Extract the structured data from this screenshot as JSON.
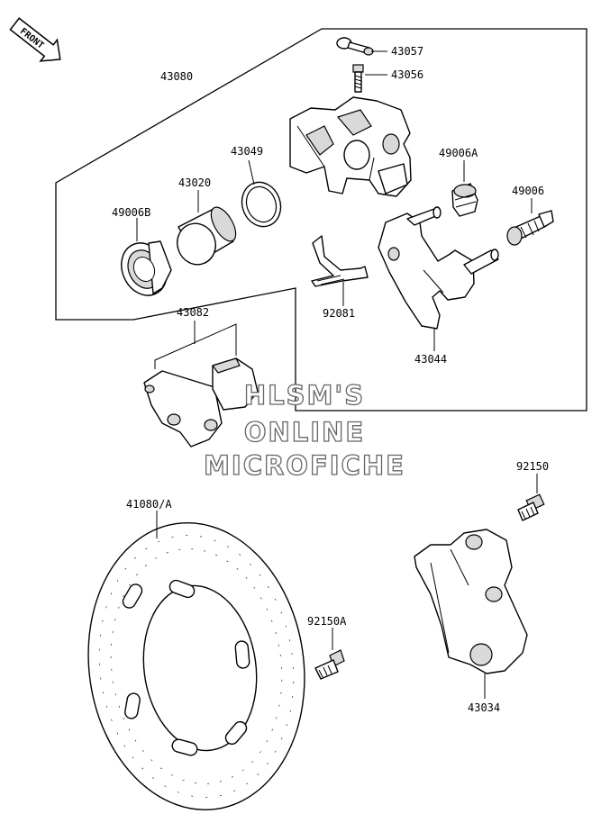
{
  "badge": {
    "front_label": "FRONT"
  },
  "watermark": {
    "line1": "HLSM'S",
    "line2": "ONLINE",
    "line3": "MICROFICHE"
  },
  "parts": {
    "p43057": "43057",
    "p43056": "43056",
    "p43080": "43080",
    "p43049": "43049",
    "p49006A": "49006A",
    "p43020": "43020",
    "p49006": "49006",
    "p49006B": "49006B",
    "p92081": "92081",
    "p43082": "43082",
    "p43044": "43044",
    "p92150": "92150",
    "p41080A": "41080/A",
    "p92150A": "92150A",
    "p43034": "43034"
  }
}
